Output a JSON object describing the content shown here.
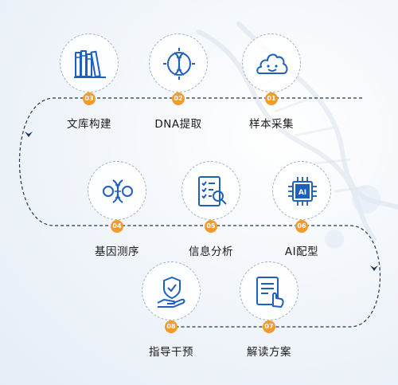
{
  "steps": [
    {
      "num": "01",
      "label": "样本采集",
      "icon": "sample-icon"
    },
    {
      "num": "02",
      "label": "DNA提取",
      "icon": "dna-extraction-icon"
    },
    {
      "num": "03",
      "label": "文库构建",
      "icon": "library-books-icon"
    },
    {
      "num": "04",
      "label": "基因测序",
      "icon": "gene-sequencing-icon"
    },
    {
      "num": "05",
      "label": "信息分析",
      "icon": "information-analysis-icon"
    },
    {
      "num": "06",
      "label": "AI配型",
      "icon": "ai-chip-icon"
    },
    {
      "num": "07",
      "label": "解读方案",
      "icon": "report-interpretation-icon"
    },
    {
      "num": "08",
      "label": "指导干预",
      "icon": "hand-shield-icon"
    }
  ],
  "colors": {
    "icon_blue": "#1f5fbf",
    "badge_orange": "#f29a2e",
    "path_navy": "#1f3550"
  }
}
